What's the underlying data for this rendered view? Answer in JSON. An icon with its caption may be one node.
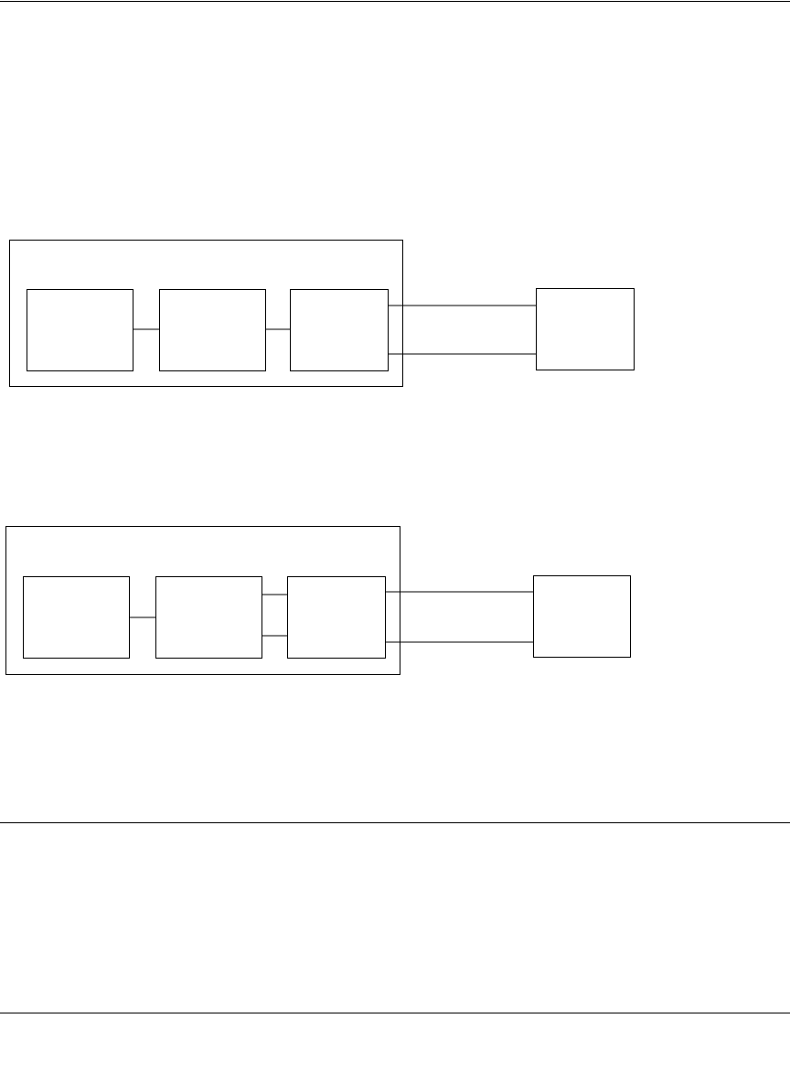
{
  "diagram": {
    "nodes": [
      {
        "text": [],
        "shape": "box"
      },
      {
        "text": [],
        "shape": "box",
        "in": 0
      },
      {
        "text": [],
        "shape": "box",
        "in": 0
      },
      {
        "text": [],
        "shape": "box",
        "in": 0
      },
      {
        "text": [],
        "shape": "box"
      },
      {
        "text": [],
        "shape": "box"
      },
      {
        "text": [],
        "shape": "box",
        "in": 5
      },
      {
        "text": [],
        "shape": "box",
        "in": 5
      },
      {
        "text": [],
        "shape": "box",
        "in": 5
      },
      {
        "text": [],
        "shape": "box"
      }
    ],
    "edges": [
      {
        "from": 1,
        "to": 2,
        "arrow": "none"
      },
      {
        "from": 2,
        "to": 3,
        "arrow": "none"
      },
      {
        "from": 3,
        "to": 4,
        "arrow": "none"
      },
      {
        "from": 3,
        "to": 4,
        "arrow": "none"
      },
      {
        "from": 6,
        "to": 7,
        "arrow": "none"
      },
      {
        "from": 7,
        "to": 8,
        "arrow": "none"
      },
      {
        "from": 7,
        "to": 8,
        "arrow": "none"
      },
      {
        "from": 8,
        "to": 9,
        "arrow": "none"
      },
      {
        "from": 8,
        "to": 9,
        "arrow": "none"
      }
    ]
  }
}
